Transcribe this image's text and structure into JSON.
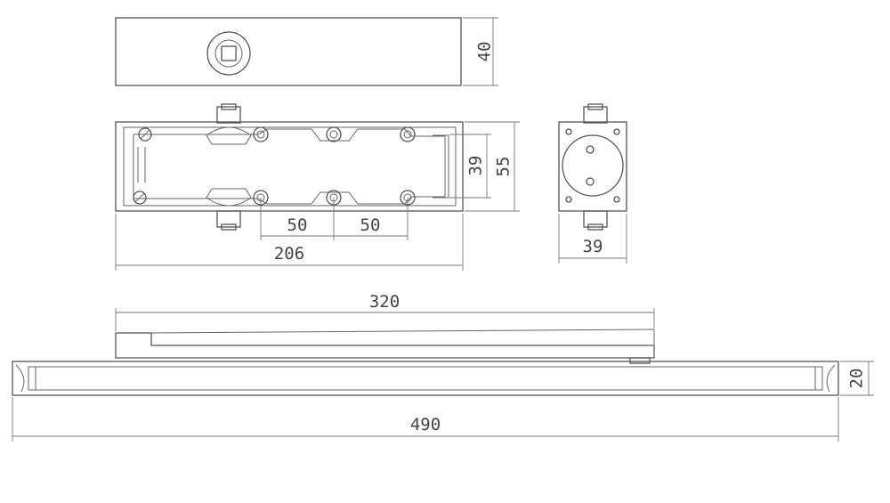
{
  "drawing": {
    "top_view": {
      "height_dim": "40"
    },
    "bottom_view": {
      "length_dim": "206",
      "hole_pitch_1": "50",
      "hole_pitch_2": "50",
      "inner_height_dim": "39",
      "outer_height_dim": "55"
    },
    "side_view": {
      "width_dim": "39"
    },
    "slide_rail": {
      "arm_length_dim": "320",
      "rail_length_dim": "490",
      "rail_height_dim": "20"
    }
  },
  "colors": {
    "line": "#555555",
    "dimension": "#777777",
    "text": "#444444"
  }
}
